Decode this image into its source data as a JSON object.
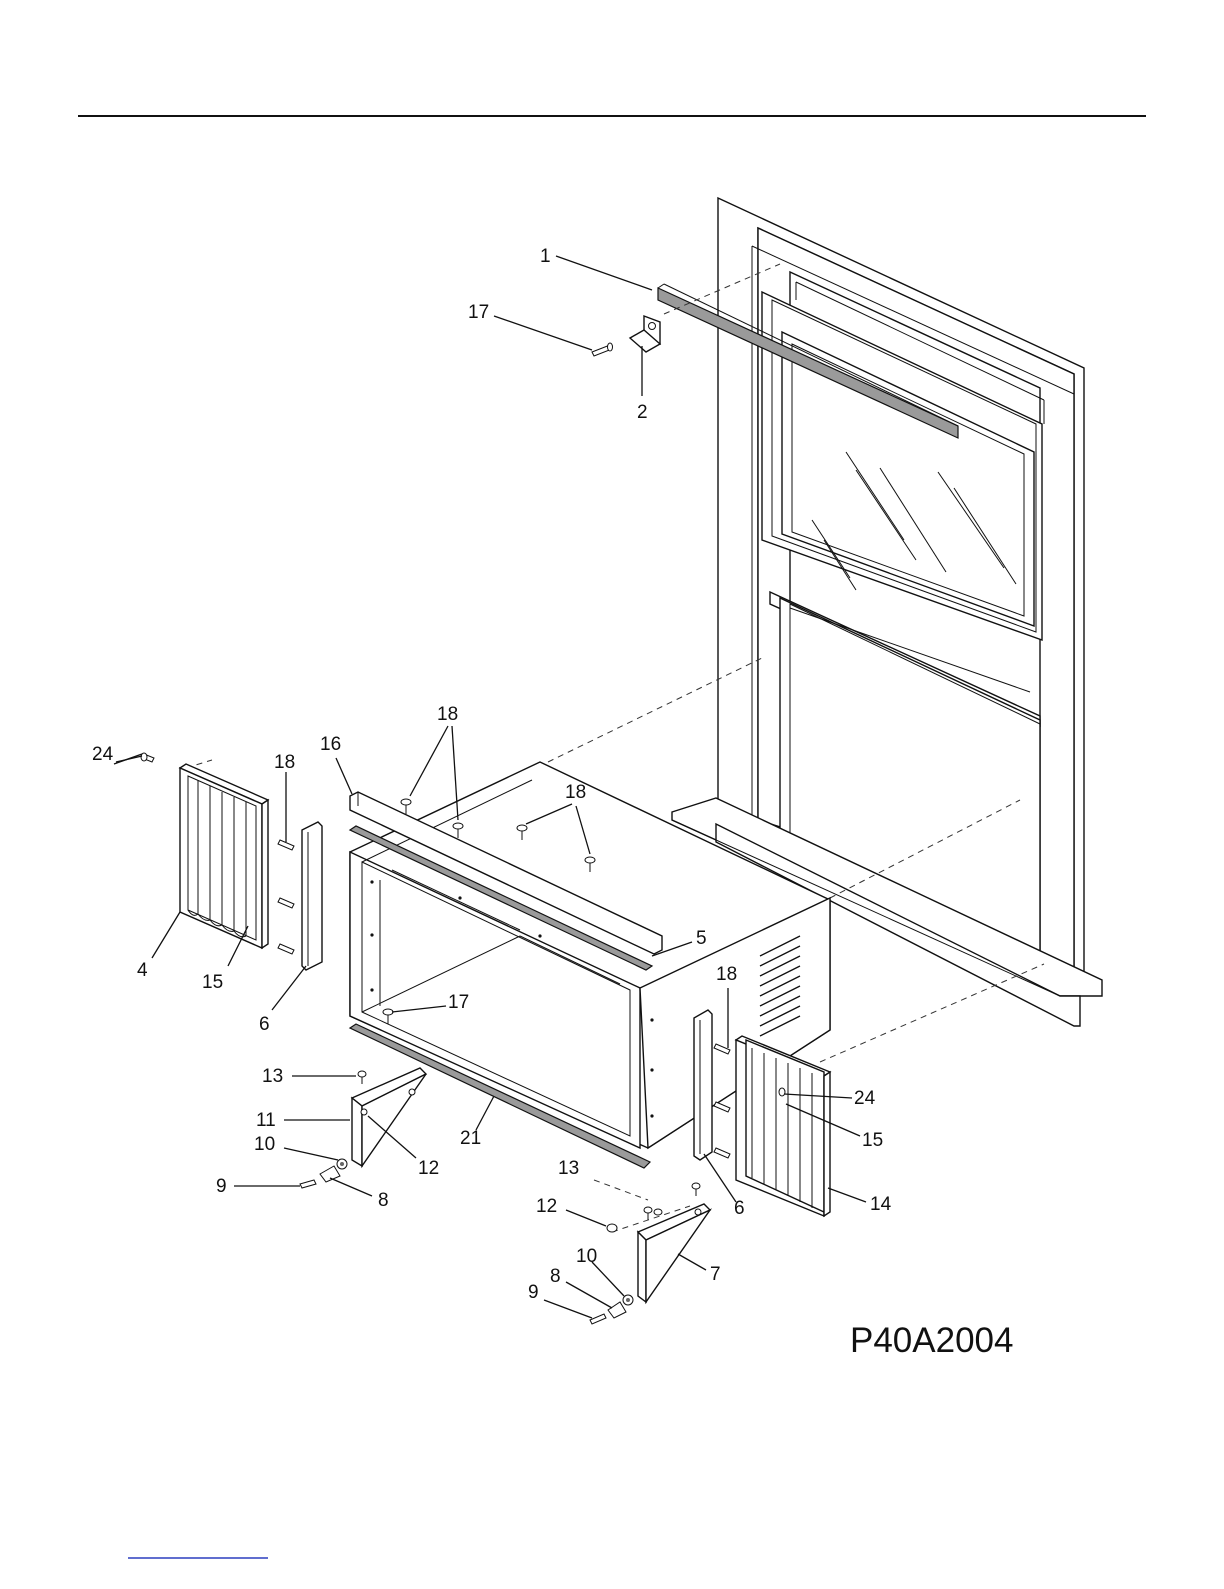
{
  "diagram": {
    "drawing_code": "P40A2004",
    "callouts": [
      {
        "id": "c1",
        "label": "1"
      },
      {
        "id": "c17a",
        "label": "17"
      },
      {
        "id": "c2",
        "label": "2"
      },
      {
        "id": "c18a",
        "label": "18"
      },
      {
        "id": "c16",
        "label": "16"
      },
      {
        "id": "c24a",
        "label": "24"
      },
      {
        "id": "c18b",
        "label": "18"
      },
      {
        "id": "c18c",
        "label": "18"
      },
      {
        "id": "c5",
        "label": "5"
      },
      {
        "id": "c4",
        "label": "4"
      },
      {
        "id": "c15a",
        "label": "15"
      },
      {
        "id": "c6a",
        "label": "6"
      },
      {
        "id": "c17b",
        "label": "17"
      },
      {
        "id": "c18d",
        "label": "18"
      },
      {
        "id": "c13a",
        "label": "13"
      },
      {
        "id": "c11",
        "label": "11"
      },
      {
        "id": "c10a",
        "label": "10"
      },
      {
        "id": "c12a",
        "label": "12"
      },
      {
        "id": "c21",
        "label": "21"
      },
      {
        "id": "c24b",
        "label": "24"
      },
      {
        "id": "c15b",
        "label": "15"
      },
      {
        "id": "c9a",
        "label": "9"
      },
      {
        "id": "c8a",
        "label": "8"
      },
      {
        "id": "c13b",
        "label": "13"
      },
      {
        "id": "c6b",
        "label": "6"
      },
      {
        "id": "c14",
        "label": "14"
      },
      {
        "id": "c12b",
        "label": "12"
      },
      {
        "id": "c10b",
        "label": "10"
      },
      {
        "id": "c7",
        "label": "7"
      },
      {
        "id": "c8b",
        "label": "8"
      },
      {
        "id": "c9b",
        "label": "9"
      }
    ]
  }
}
